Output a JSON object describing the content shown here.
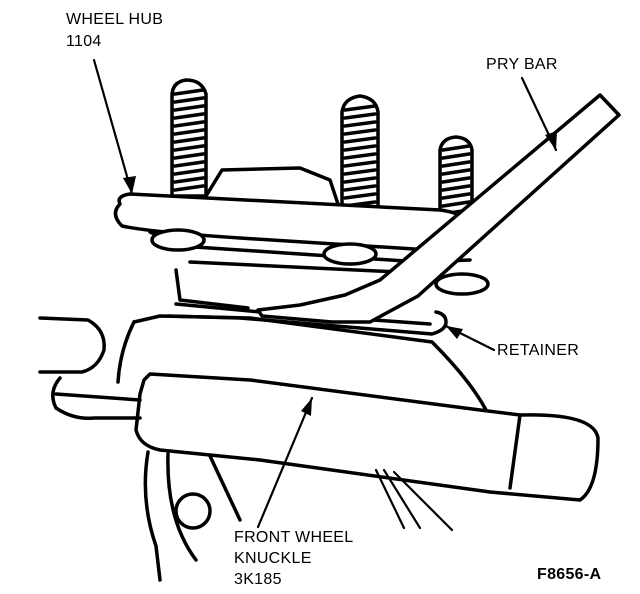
{
  "labels": {
    "wheel_hub_name": "WHEEL HUB",
    "wheel_hub_part": "1104",
    "pry_bar": "PRY BAR",
    "retainer": "RETAINER",
    "knuckle_line1": "FRONT WHEEL",
    "knuckle_line2": "KNUCKLE",
    "knuckle_part": "3K185"
  },
  "figure_id": "F8656-A"
}
